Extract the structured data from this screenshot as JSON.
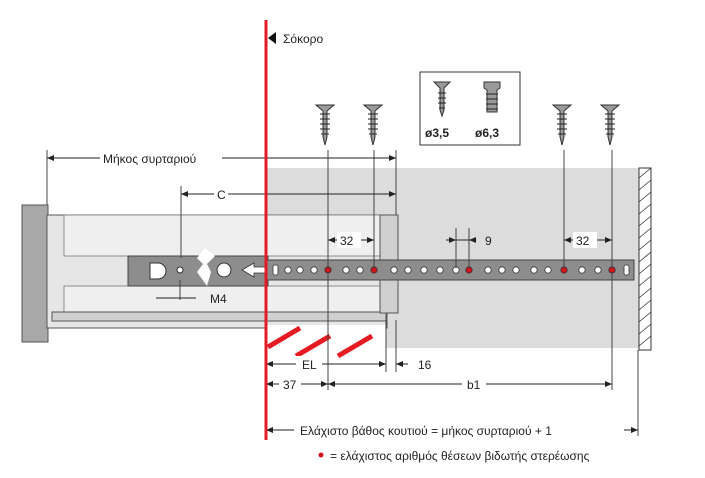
{
  "labels": {
    "plinth": "Σόκορο",
    "drawer_length": "Μήκος συρταριού",
    "c": "C",
    "m4": "M4",
    "el": "EL",
    "dim_32_left": "32",
    "dim_9": "9",
    "dim_32_right": "32",
    "dim_16": "16",
    "dim_37": "37",
    "b1": "b1",
    "min_depth": "Ελάχιστο βάθος κουτιού = μήκος συρταριού + 1",
    "legend": "= ελάχιστος αριθμός θέσεων βιδωτής στερέωσης"
  },
  "screws": {
    "size_a": "ø3,5",
    "size_b": "ø6,3"
  },
  "colors": {
    "red_line": "#e41b23",
    "hole_red": "#d0141c",
    "rail": "#8d8d8d",
    "panel": "#dcdcdc"
  }
}
